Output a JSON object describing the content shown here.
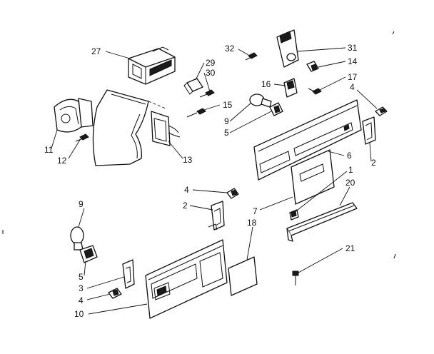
{
  "callouts": {
    "c27": "27",
    "c32": "32",
    "c31": "31",
    "c14": "14",
    "c29": "29",
    "c30": "30",
    "c16": "16",
    "c17": "17",
    "c4a": "4",
    "c15": "15",
    "c9a": "9",
    "c5a": "5",
    "c11": "11",
    "c12": "12",
    "c13": "13",
    "c6": "6",
    "c2a": "2",
    "c1": "1",
    "c20": "20",
    "c4b": "4",
    "c2b": "2",
    "c7": "7",
    "c18": "18",
    "c9b": "9",
    "c21": "21",
    "c5b": "5",
    "c3": "3",
    "c4c": "4",
    "c10": "10"
  }
}
